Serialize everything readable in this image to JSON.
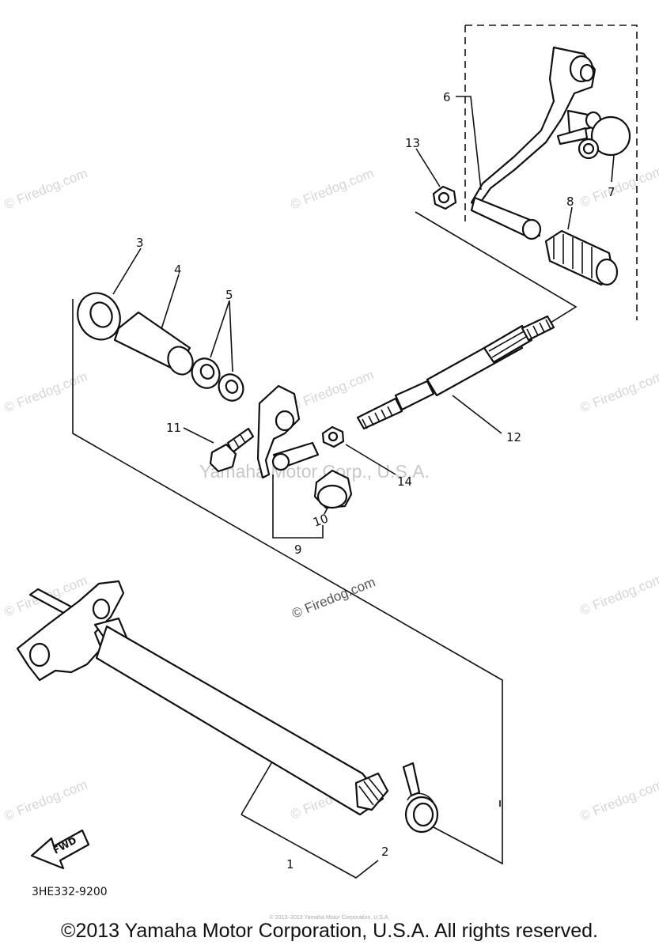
{
  "diagram": {
    "callouts": {
      "c1": "1",
      "c2": "2",
      "c3": "3",
      "c4": "4",
      "c5": "5",
      "c6": "6",
      "c7": "7",
      "c8": "8",
      "c9": "9",
      "c10": "10",
      "c11": "11",
      "c12": "12",
      "c13": "13",
      "c14": "14"
    },
    "fwd_label": "FWD",
    "diagram_code": "3HE332-9200",
    "watermark": "© Firedog.com",
    "center_watermark": "Yamaha Motor Corp., U.S.A.",
    "tiny_notice": "© 2013–2013 Yamaha Motor Corporation, U.S.A."
  },
  "footer": {
    "copyright": "©2013 Yamaha Motor Corporation, U.S.A. All rights reserved."
  }
}
